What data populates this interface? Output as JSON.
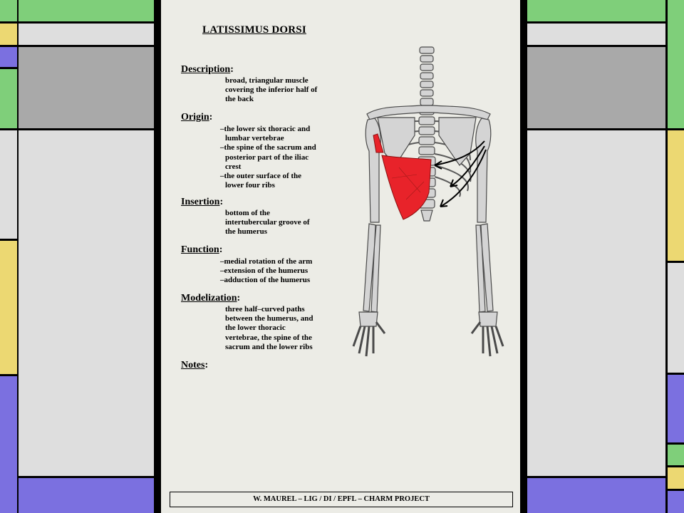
{
  "title": "LATISSIMUS DORSI",
  "sections": {
    "description": {
      "heading": "Description",
      "lines": [
        "broad, triangular muscle",
        "covering the inferior half of",
        "the back"
      ]
    },
    "origin": {
      "heading": "Origin",
      "lines": [
        "–the lower six thoracic and",
        "lumbar vertebrae",
        "–the spine of the sacrum and",
        "posterior part of the iliac",
        "crest",
        "–the outer surface of the",
        "lower four ribs"
      ]
    },
    "insertion": {
      "heading": "Insertion",
      "lines": [
        "bottom of the",
        "intertubercular groove of",
        "the humerus"
      ]
    },
    "function": {
      "heading": "Function",
      "lines": [
        "–medial rotation of the arm",
        "–extension of the humerus",
        "–adduction of the humerus"
      ]
    },
    "modelization": {
      "heading": "Modelization",
      "lines": [
        "three half–curved paths",
        "between the humerus, and",
        "the lower thoracic",
        "vertebrae, the spine of the",
        "sacrum and the lower ribs"
      ]
    },
    "notes": {
      "heading": "Notes"
    }
  },
  "colon": ":",
  "footer": "W. MAUREL – LIG / DI / EPFL – CHARM PROJECT",
  "colors": {
    "green": "#7fcf7a",
    "yellow": "#ecd872",
    "purple": "#7b70e0",
    "light_gray": "#dedede",
    "dark_gray": "#a9a9a9",
    "muscle_red": "#e8232a"
  }
}
